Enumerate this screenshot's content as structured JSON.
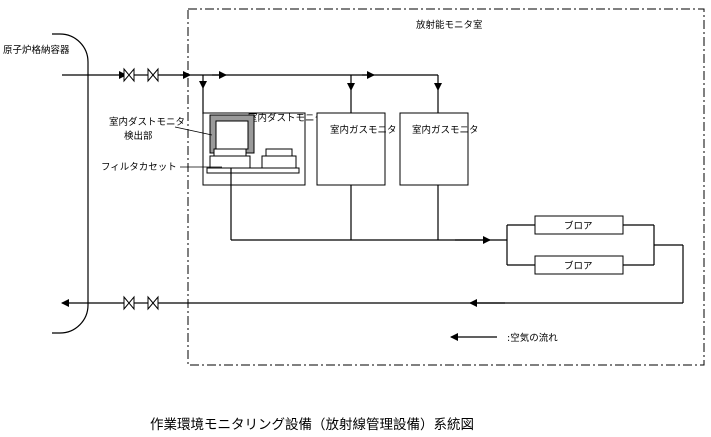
{
  "monitor_room": {
    "label": "放射能モニタ室"
  },
  "containment": {
    "label": "原子炉格納容器"
  },
  "dust_detector": {
    "label_line1": "室内ダストモニタ",
    "label_line2": "検出部"
  },
  "filter_cassette": {
    "label": "フィルタカセット"
  },
  "dust_monitor": {
    "label": "室内ダストモニタ"
  },
  "gas_monitor_1": {
    "label": "室内ガスモニタ"
  },
  "gas_monitor_2": {
    "label": "室内ガスモニタ"
  },
  "blower_1": {
    "label": "ブロア"
  },
  "blower_2": {
    "label": "ブロア"
  },
  "legend": {
    "label": ":空気の流れ"
  },
  "caption": "作業環境モニタリング設備（放射線管理設備）系統図",
  "colors": {
    "line": "#000000",
    "detector_fill": "#9a9a9a",
    "background": "#ffffff"
  }
}
